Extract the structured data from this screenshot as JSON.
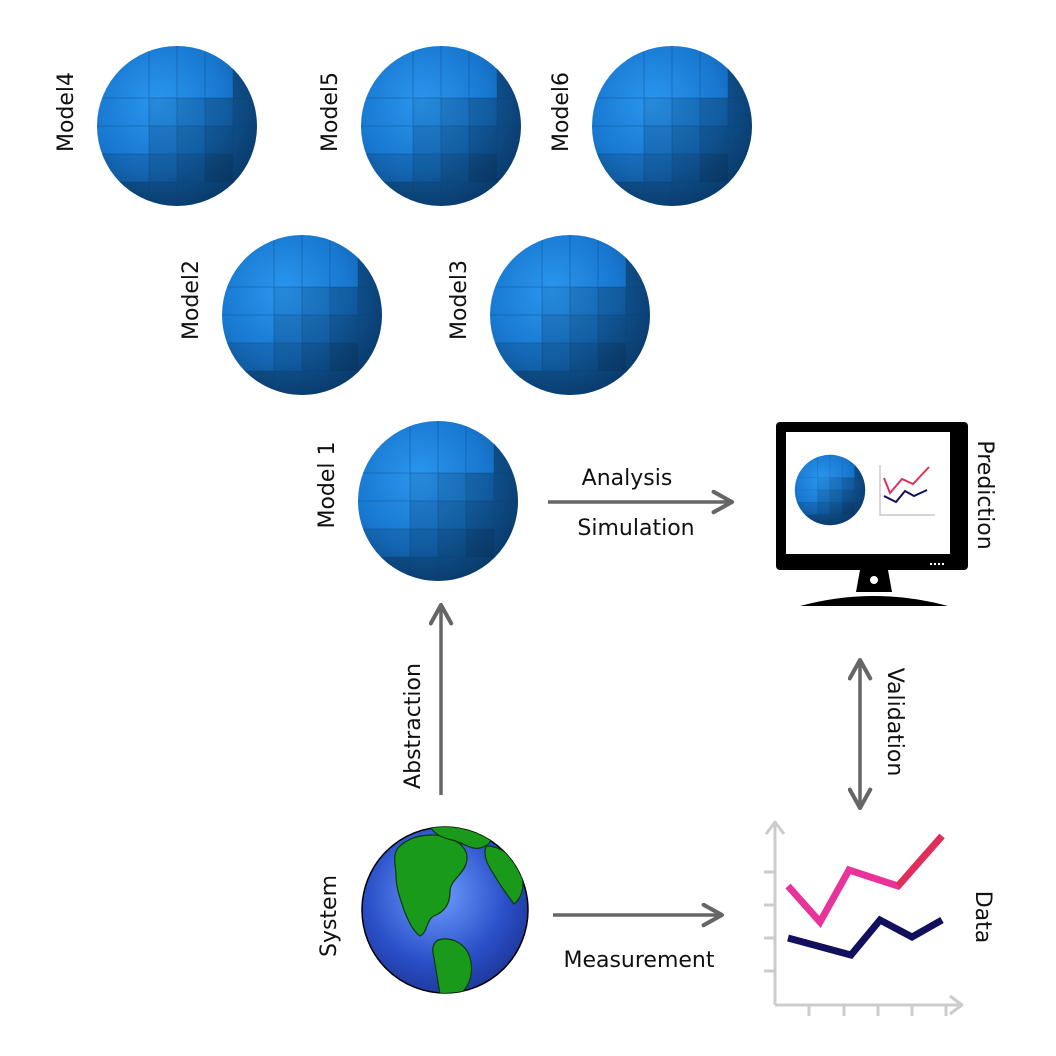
{
  "models": {
    "m1": "Model 1",
    "m2": "Model2",
    "m3": "Model3",
    "m4": "Model4",
    "m5": "Model5",
    "m6": "Model6"
  },
  "arrows": {
    "analysis": "Analysis",
    "simulation": "Simulation",
    "abstraction": "Abstraction",
    "measurement": "Measurement",
    "validation": "Validation"
  },
  "nodes": {
    "prediction": "Prediction",
    "system": "System",
    "data": "Data"
  },
  "colors": {
    "sphere": "#1a7fd6",
    "arrow": "#666666",
    "pink_series": "#e8349a",
    "navy_series": "#12105c",
    "globe_ocean": "#2a4fc8",
    "globe_land": "#1a9a1a"
  }
}
